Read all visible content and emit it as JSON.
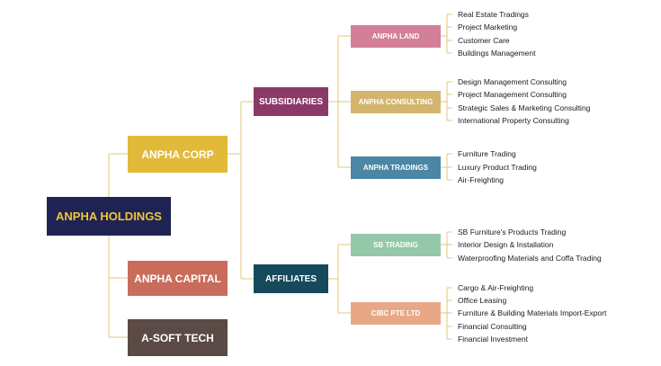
{
  "root": {
    "label": "ANPHA HOLDINGS",
    "bg": "#1f2353",
    "fg": "#f0c43c"
  },
  "level1": [
    {
      "label": "ANPHA CORP",
      "bg": "#e2ba3a"
    },
    {
      "label": "ANPHA CAPITAL",
      "bg": "#c96c5c"
    },
    {
      "label": "A-SOFT TECH",
      "bg": "#5b4a45"
    }
  ],
  "level2": [
    {
      "label": "SUBSIDIARIES",
      "bg": "#8b3a68"
    },
    {
      "label": "AFFILIATES",
      "bg": "#15495b"
    }
  ],
  "level3": [
    {
      "label": "ANPHA LAND",
      "bg": "#d47f98",
      "items": [
        "Real Estate Tradings",
        "Project Marketing",
        "Customer Care",
        "Buildings Management"
      ]
    },
    {
      "label": "ANPHA CONSULTING",
      "bg": "#d3b56e",
      "items": [
        "Design Management Consulting",
        "Project Management Consulting",
        "Strategic Sales & Marketing Consulting",
        "International Property Consulting"
      ]
    },
    {
      "label": "ANPHA TRADINGS",
      "bg": "#4b87a4",
      "items": [
        "Furniture Trading",
        "Luxury Product Trading",
        "Air-Freighting"
      ]
    },
    {
      "label": "SB TRADING",
      "bg": "#94c8a8",
      "items": [
        "SB Furniture's Products Trading",
        "Interior Design & Installation",
        "Waterproofing Materials and Coffa Trading"
      ]
    },
    {
      "label": "CIBC PTE LTD",
      "bg": "#e8a888",
      "items": [
        "Cargo & Air-Freighting",
        "Office Leasing",
        "Furniture & Building Materials Import-Export",
        "Financial Consulting",
        "Financial Investment"
      ]
    }
  ],
  "connector_color": "#e3c77a"
}
